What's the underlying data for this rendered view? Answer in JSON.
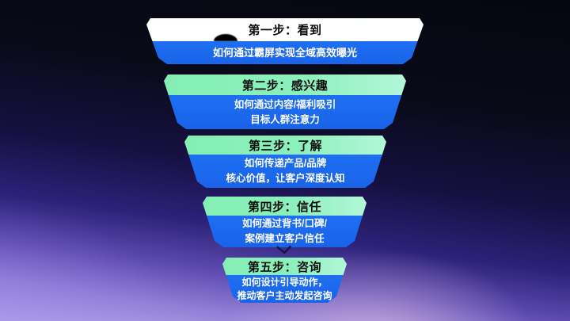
{
  "funnel": {
    "steps": [
      {
        "id": 1,
        "header": "第一步：看到",
        "body_lines": [
          "如何通过霸屏实现全域高效曝光"
        ]
      },
      {
        "id": 2,
        "header": "第二步：感兴趣",
        "body_lines": [
          "如何通过内容/福利吸引",
          "目标人群注意力"
        ]
      },
      {
        "id": 3,
        "header": "第三步：了解",
        "body_lines": [
          "如何传递产品/品牌",
          "核心价值，让客户深度认知"
        ]
      },
      {
        "id": 4,
        "header": "第四步：信任",
        "body_lines": [
          "如何通过背书/口碑/",
          "案例建立客户信任"
        ]
      },
      {
        "id": 5,
        "header": "第五步：咨询",
        "body_lines": [
          "如何设计引导动作，",
          "推动客户主动发起咨询"
        ]
      }
    ]
  },
  "icons": {
    "between_step4_and_step5": "chevron-down-icon"
  },
  "colors": {
    "background_top": "#05060e",
    "background_mid": "#2c2178",
    "background_bottom": "#b6a8ea",
    "funnel_blue": "#1e6ff3",
    "header_green": "#8bf0bc",
    "header_green_light": "#b4f7d9",
    "header_white": "#ffffff",
    "header_text_color": "#0d0d0d",
    "body_text_color": "#ffffff",
    "arrow_color": "#17123f"
  }
}
